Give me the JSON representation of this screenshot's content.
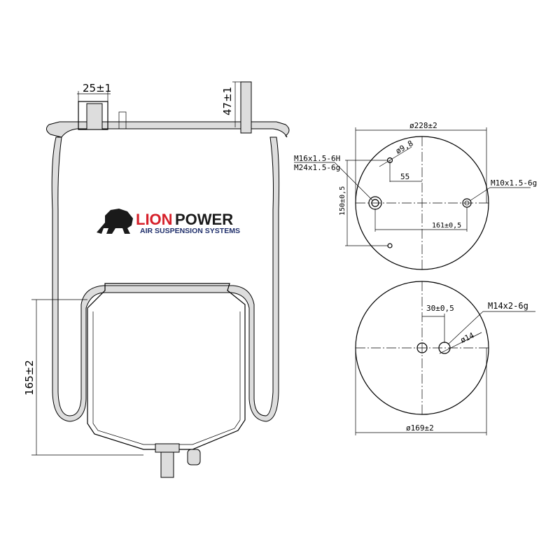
{
  "logo": {
    "brand_red": "LION",
    "brand_black": "POWER",
    "tagline": "AIR SUSPENSION SYSTEMS",
    "red": "#d6202a",
    "dark": "#1a1a1a",
    "navy": "#1f2f6b"
  },
  "side_view": {
    "nut_width": "25±1",
    "stud_height": "47±1",
    "piston_height": "165±2"
  },
  "top_view": {
    "diameter": "ø228±2",
    "hole_diameter": "ø9,8",
    "offset_55": "55",
    "thread_a": "M16x1.5-6H",
    "thread_b": "M24x1.5-6g",
    "thread_right": "M10x1.5-6g",
    "vertical_dim": "150±0,5",
    "horizontal_dim": "161±0,5"
  },
  "bottom_view": {
    "thread": "M14x2-6g",
    "offset": "30±0,5",
    "hole_diameter": "ø14",
    "diameter": "ø169±2"
  }
}
